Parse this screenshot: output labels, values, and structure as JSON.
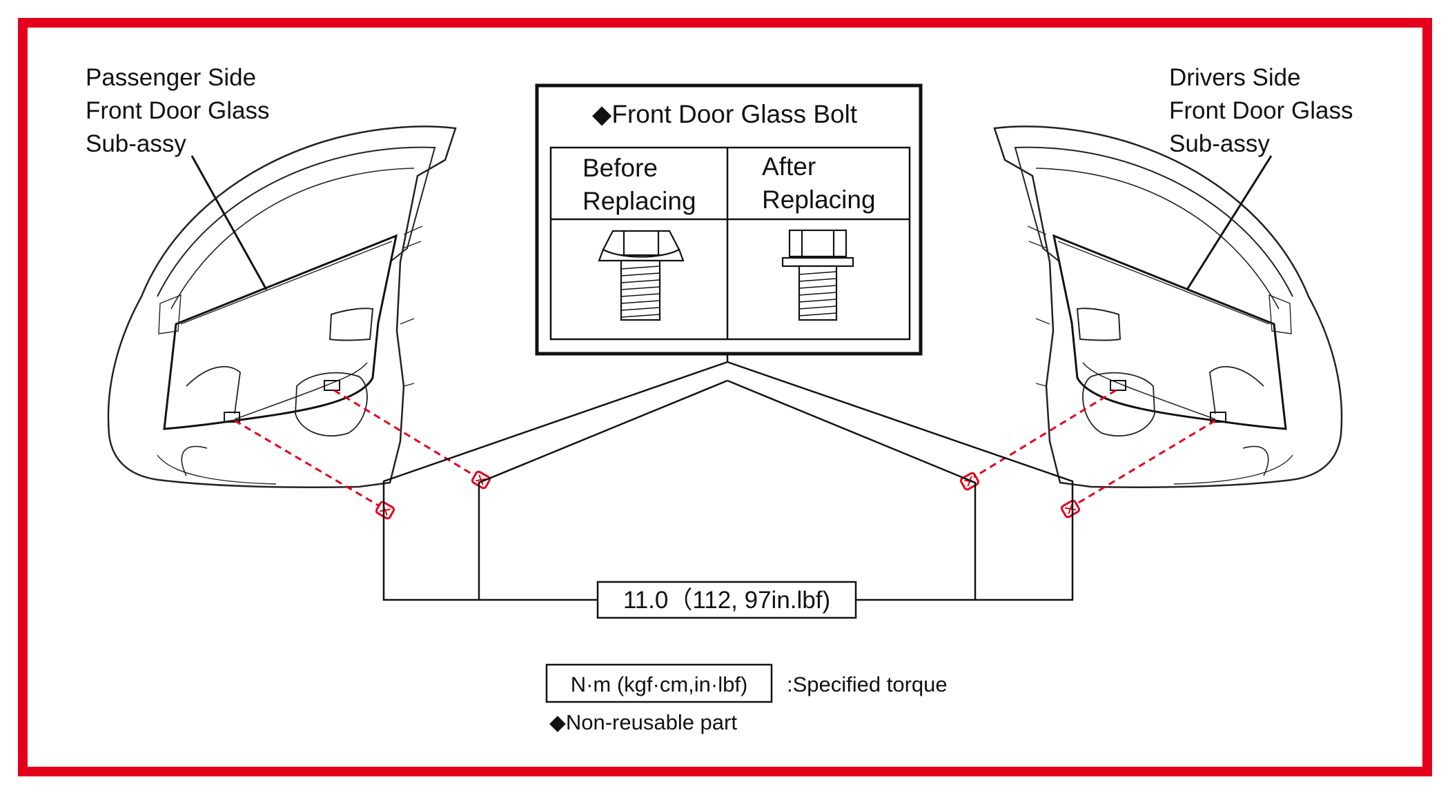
{
  "labels": {
    "passenger_line1": "Passenger Side",
    "passenger_line2": "Front Door Glass",
    "passenger_line3": "Sub-assy",
    "driver_line1": "Drivers Side",
    "driver_line2": "Front Door Glass",
    "driver_line3": "Sub-assy"
  },
  "bolt_box": {
    "title": "◆Front Door Glass Bolt",
    "before_line1": "Before",
    "before_line2": "Replacing",
    "after_line1": "After",
    "after_line2": "Replacing"
  },
  "torque": {
    "value": "11.0（112, 97in.lbf)"
  },
  "legend": {
    "unit_box": "N·m (kgf·cm,in·lbf)",
    "unit_desc": ":Specified torque",
    "non_reusable": "◆Non-reusable part"
  },
  "colors": {
    "frame": "#e4001b",
    "bolt_marker": "#e4001b",
    "line": "#111111"
  }
}
